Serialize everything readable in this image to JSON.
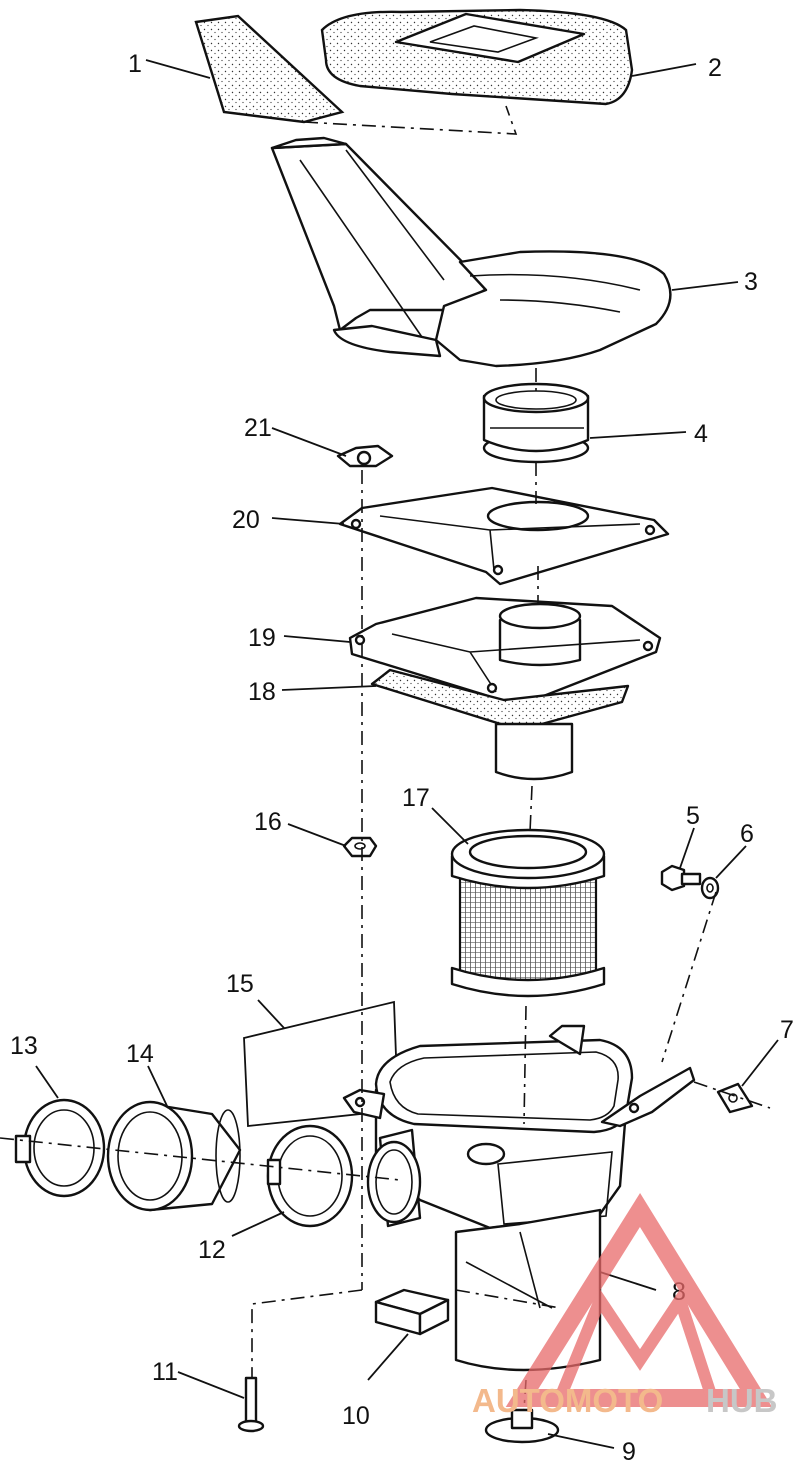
{
  "callouts": [
    {
      "id": "1",
      "text": "1"
    },
    {
      "id": "2",
      "text": "2"
    },
    {
      "id": "3",
      "text": "3"
    },
    {
      "id": "4",
      "text": "4"
    },
    {
      "id": "5",
      "text": "5"
    },
    {
      "id": "6",
      "text": "6"
    },
    {
      "id": "7",
      "text": "7"
    },
    {
      "id": "8",
      "text": "8"
    },
    {
      "id": "9",
      "text": "9"
    },
    {
      "id": "10",
      "text": "10"
    },
    {
      "id": "11",
      "text": "11"
    },
    {
      "id": "12",
      "text": "12"
    },
    {
      "id": "13",
      "text": "13"
    },
    {
      "id": "14",
      "text": "14"
    },
    {
      "id": "15",
      "text": "15"
    },
    {
      "id": "16",
      "text": "16"
    },
    {
      "id": "17",
      "text": "17"
    },
    {
      "id": "18",
      "text": "18"
    },
    {
      "id": "19",
      "text": "19"
    },
    {
      "id": "20",
      "text": "20"
    },
    {
      "id": "21",
      "text": "21"
    }
  ],
  "watermark": {
    "part_a": "AUTOMOTO",
    "part_b": "HUB",
    "color_a": "#f3b98c",
    "color_b": "#c7c7c7",
    "logo_color": "#e86a6a"
  }
}
